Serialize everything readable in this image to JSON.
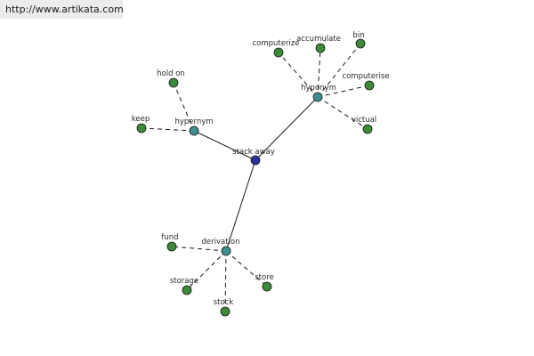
{
  "banner": {
    "url": "http://www.artikata.com"
  },
  "graph": {
    "colors": {
      "root": "#2f2e9c",
      "relation": "#3e8f8e",
      "leaf": "#3d8a3a",
      "stroke": "#1a1a1a"
    },
    "nodes": [
      {
        "id": "root",
        "label": "stack away",
        "kind": "root"
      },
      {
        "id": "hypernym",
        "label": "hypernym",
        "kind": "relation"
      },
      {
        "id": "hyponym",
        "label": "hyponym",
        "kind": "relation"
      },
      {
        "id": "derivation",
        "label": "derivation",
        "kind": "relation"
      },
      {
        "id": "hold-on",
        "label": "hold on",
        "kind": "leaf"
      },
      {
        "id": "keep",
        "label": "keep",
        "kind": "leaf"
      },
      {
        "id": "computerize",
        "label": "computerize",
        "kind": "leaf"
      },
      {
        "id": "accumulate",
        "label": "accumulate",
        "kind": "leaf"
      },
      {
        "id": "bin",
        "label": "bin",
        "kind": "leaf"
      },
      {
        "id": "computerise",
        "label": "computerise",
        "kind": "leaf"
      },
      {
        "id": "victual",
        "label": "victual",
        "kind": "leaf"
      },
      {
        "id": "fund",
        "label": "fund",
        "kind": "leaf"
      },
      {
        "id": "storage",
        "label": "storage",
        "kind": "leaf"
      },
      {
        "id": "stock",
        "label": "stock",
        "kind": "leaf"
      },
      {
        "id": "store",
        "label": "store",
        "kind": "leaf"
      }
    ],
    "edges": [
      {
        "from": "root",
        "to": "hypernym",
        "style": "solid"
      },
      {
        "from": "root",
        "to": "hyponym",
        "style": "solid"
      },
      {
        "from": "root",
        "to": "derivation",
        "style": "solid"
      },
      {
        "from": "hypernym",
        "to": "hold-on",
        "style": "dashed"
      },
      {
        "from": "hypernym",
        "to": "keep",
        "style": "dashed"
      },
      {
        "from": "hyponym",
        "to": "computerize",
        "style": "dashed"
      },
      {
        "from": "hyponym",
        "to": "accumulate",
        "style": "dashed"
      },
      {
        "from": "hyponym",
        "to": "bin",
        "style": "dashed"
      },
      {
        "from": "hyponym",
        "to": "computerise",
        "style": "dashed"
      },
      {
        "from": "hyponym",
        "to": "victual",
        "style": "dashed"
      },
      {
        "from": "derivation",
        "to": "fund",
        "style": "dashed"
      },
      {
        "from": "derivation",
        "to": "storage",
        "style": "dashed"
      },
      {
        "from": "derivation",
        "to": "stock",
        "style": "dashed"
      },
      {
        "from": "derivation",
        "to": "store",
        "style": "dashed"
      }
    ]
  }
}
